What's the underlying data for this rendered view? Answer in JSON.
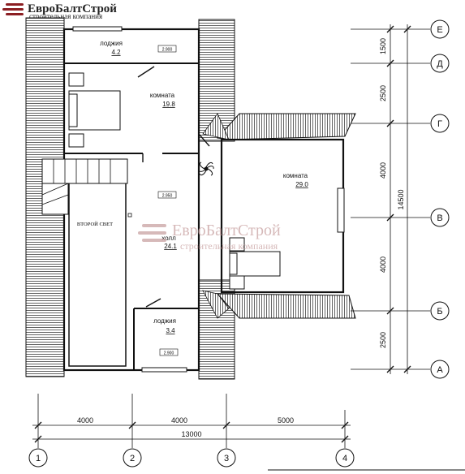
{
  "brand": {
    "name": "ЕвроБалтСтрой",
    "subtitle": "строительная компания",
    "color": "#8b1e22"
  },
  "watermark": {
    "name": "ЕвроБалтСтрой",
    "subtitle": "строительная компания",
    "color": "#c9a2a2"
  },
  "rooms": {
    "loggia_top": {
      "name": "лоджия",
      "area": "4.2",
      "level": "2.900"
    },
    "room_left": {
      "name": "комната",
      "area": "19.8"
    },
    "room_right": {
      "name": "комната",
      "area": "29.0"
    },
    "hall": {
      "name": "холл",
      "area": "24.1",
      "level": "2.950"
    },
    "loggia_bottom": {
      "name": "лоджия",
      "area": "3.4",
      "level": "2.900"
    },
    "second_light": {
      "name": "ВТОРОЙ СВЕТ"
    }
  },
  "dims_horizontal": {
    "segments": [
      "4000",
      "4000",
      "5000"
    ],
    "total": "13000"
  },
  "dims_vertical": {
    "segments": [
      "1500",
      "2500",
      "4000",
      "4000",
      "2500"
    ],
    "total": "14500"
  },
  "axes_columns": [
    "1",
    "2",
    "3",
    "4"
  ],
  "axes_rows": [
    "Е",
    "Д",
    "Г",
    "В",
    "Б",
    "А"
  ]
}
